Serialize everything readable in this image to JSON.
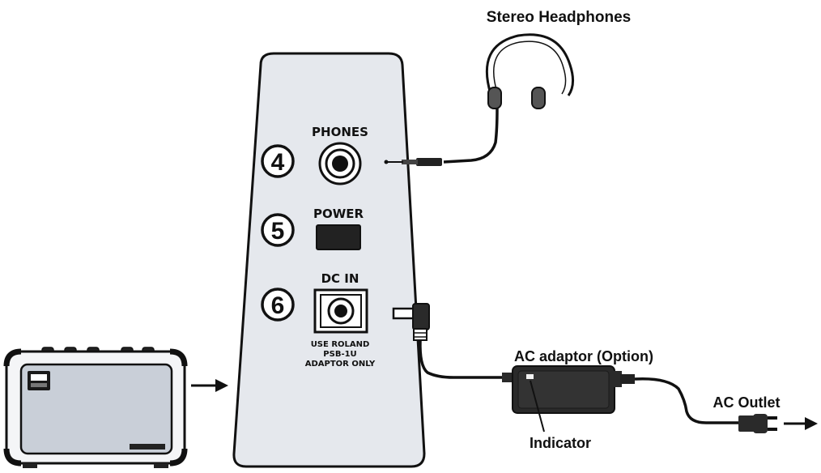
{
  "labels": {
    "stereo_headphones": "Stereo Headphones",
    "phones": "PHONES",
    "power": "POWER",
    "dc_in": "DC IN",
    "use_roland_line1": "USE ROLAND",
    "use_roland_line2": "PSB-1U",
    "use_roland_line3": "ADAPTOR ONLY",
    "ac_adaptor": "AC adaptor (Option)",
    "indicator": "Indicator",
    "ac_outlet": "AC Outlet"
  },
  "callouts": {
    "phones_number": "4",
    "power_number": "5",
    "dc_in_number": "6"
  },
  "colors": {
    "panel_fill": "#e5e8ed",
    "outline": "#111111",
    "amp_fill": "#c9cfd8",
    "cable": "#111111",
    "adaptor_fill": "#2a2a2a",
    "indicator_led": "#f2f2f2"
  }
}
